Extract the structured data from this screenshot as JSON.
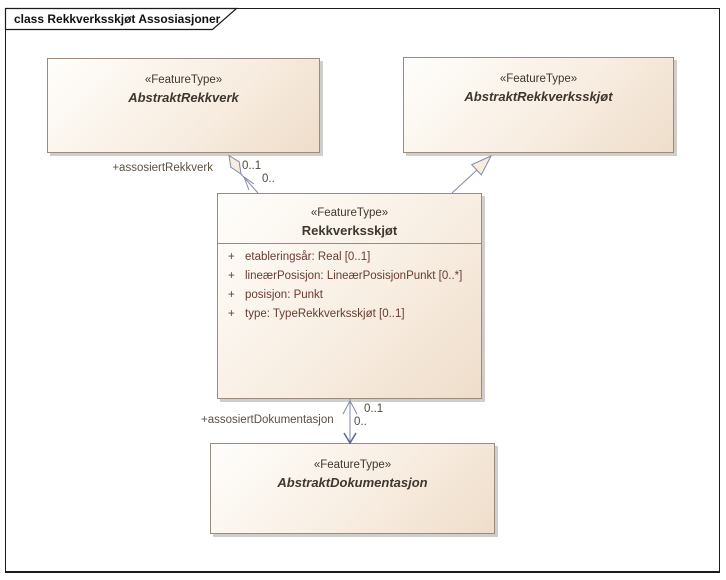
{
  "frame": {
    "title": "class Rekkverksskjøt Assosiasjoner"
  },
  "classes": {
    "abstraktRekkverk": {
      "stereotype": "«FeatureType»",
      "name": "AbstraktRekkverk"
    },
    "abstraktRekkverksskjot": {
      "stereotype": "«FeatureType»",
      "name": "AbstraktRekkverksskjøt"
    },
    "rekkverksskjot": {
      "stereotype": "«FeatureType»",
      "name": "Rekkverksskjøt",
      "attributes": [
        {
          "vis": "+",
          "text": "etableringsår: Real [0..1]"
        },
        {
          "vis": "+",
          "text": "lineærPosisjon: LineærPosisjonPunkt [0..*]"
        },
        {
          "vis": "+",
          "text": "posisjon: Punkt"
        },
        {
          "vis": "+",
          "text": "type: TypeRekkverksskjøt [0..1]"
        }
      ]
    },
    "abstraktDokumentasjon": {
      "stereotype": "«FeatureType»",
      "name": "AbstraktDokumentasjon"
    }
  },
  "connectors": {
    "assosiertRekkverk": {
      "role": "+assosiertRekkverk",
      "targetMultiplicity": "0..1",
      "sourceMultiplicity": "0.."
    },
    "assosiertDokumentasjon": {
      "role": "+assosiertDokumentasjon",
      "leftMultiplicity": "0..",
      "rightMultiplicity": "0..1"
    }
  },
  "colors": {
    "boxFillLight": "#FFFEFC",
    "boxFillDark": "#EFDDCA",
    "boxBorder": "#9B8A7E",
    "connector": "#8189A6",
    "attributeText": "#663C32",
    "headerText": "#3F372E",
    "labelText": "#5A5044",
    "frameBorder": "#1B1B1B"
  }
}
